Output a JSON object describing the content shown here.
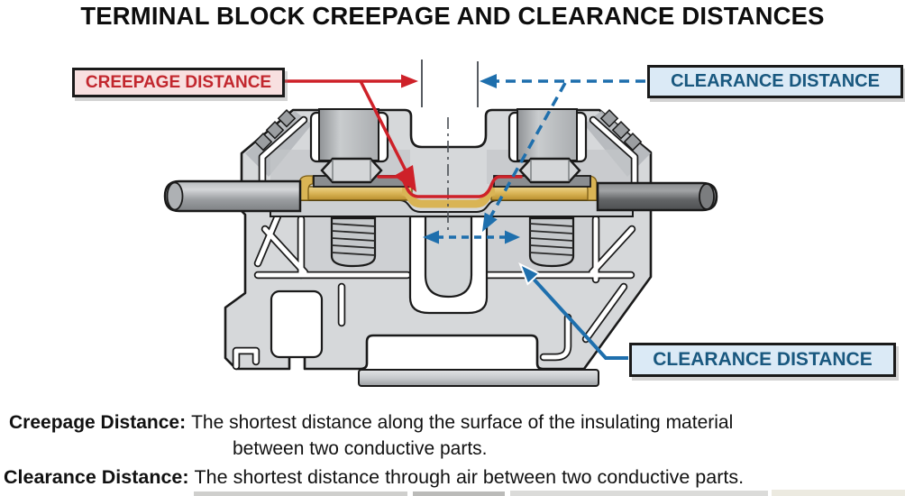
{
  "title": "TERMINAL BLOCK CREEPAGE AND CLEARANCE DISTANCES",
  "labels": {
    "creepage": "CREEPAGE DISTANCE",
    "clearance_top": "CLEARANCE DISTANCE",
    "clearance_bottom": "CLEARANCE DISTANCE"
  },
  "definitions": {
    "creepage_term": "Creepage Distance:",
    "creepage_text_line1": "The shortest distance along the surface of the insulating material",
    "creepage_text_line2": "between two conductive parts.",
    "clearance_term": "Clearance Distance:",
    "clearance_text": "The shortest distance through air between two conductive parts."
  },
  "colors": {
    "creepage_accent": "#ce2129",
    "creepage_label_bg": "#f8e0e0",
    "creepage_label_text": "#c2272e",
    "clearance_accent": "#1e6fad",
    "clearance_label_bg": "#dbeaf6",
    "clearance_label_text": "#19587f",
    "body_gray": "#d6d8da",
    "brass": "#d9b455",
    "outline": "#1a1a1a"
  }
}
